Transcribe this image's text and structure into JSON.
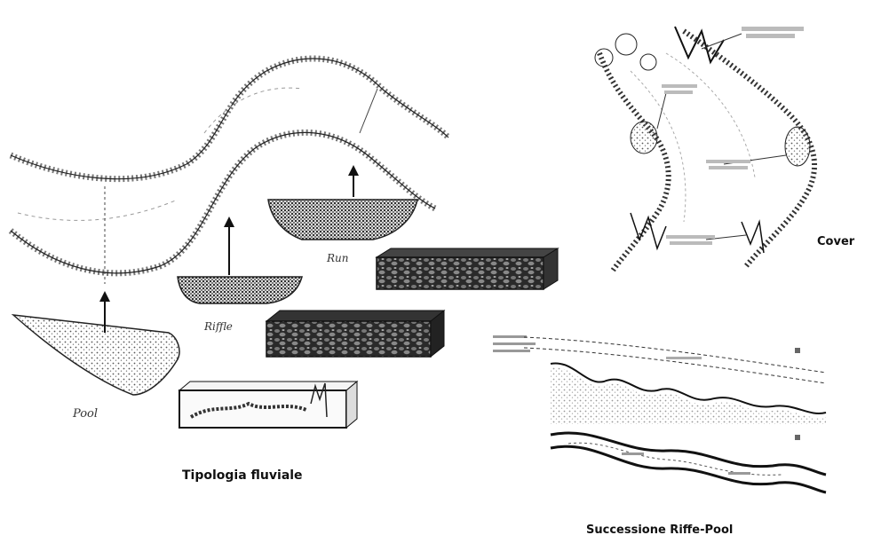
{
  "captions": {
    "fluvial": "Tipologia fluviale",
    "cover": "Cover",
    "riffle_pool": "Successione Riffe-Pool"
  },
  "sketch_labels": {
    "pool": "Pool",
    "riffle": "Riffle",
    "run": "Run"
  }
}
